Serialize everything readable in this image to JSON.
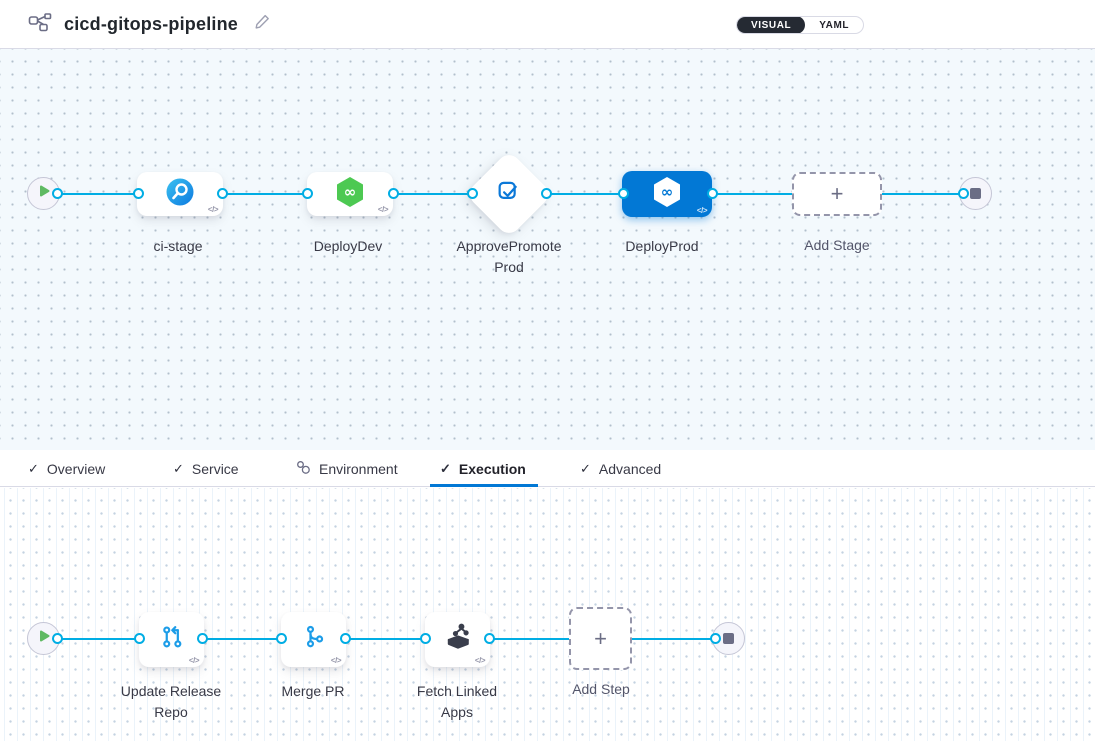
{
  "header": {
    "title": "cicd-gitops-pipeline",
    "toggle": {
      "visual": "VISUAL",
      "yaml": "YAML"
    }
  },
  "stages": [
    {
      "label": "ci-stage",
      "type": "ci-build"
    },
    {
      "label": "DeployDev",
      "type": "cd-deploy"
    },
    {
      "label": "ApprovePromoteProd",
      "type": "approval"
    },
    {
      "label": "DeployProd",
      "type": "cd-deploy",
      "selected": true
    }
  ],
  "canvas": {
    "add_stage_label": "Add Stage",
    "add_step_label": "Add Step",
    "code_badge": "</>",
    "infinity": "∞",
    "plus": "+"
  },
  "tabs": [
    {
      "label": "Overview",
      "icon": "check"
    },
    {
      "label": "Service",
      "icon": "check"
    },
    {
      "label": "Environment",
      "icon": "environment"
    },
    {
      "label": "Execution",
      "icon": "check",
      "active": true
    },
    {
      "label": "Advanced",
      "icon": "check"
    }
  ],
  "steps": [
    {
      "label": "Update Release Repo"
    },
    {
      "label": "Merge PR"
    },
    {
      "label": "Fetch Linked Apps"
    }
  ],
  "colors": {
    "accent": "#0278d5",
    "connector": "#00ade4",
    "ci_blue": "#16a0ee",
    "cd_green": "#4dc952",
    "play_green": "#5fb962",
    "stop_gray": "#6b6d85"
  }
}
